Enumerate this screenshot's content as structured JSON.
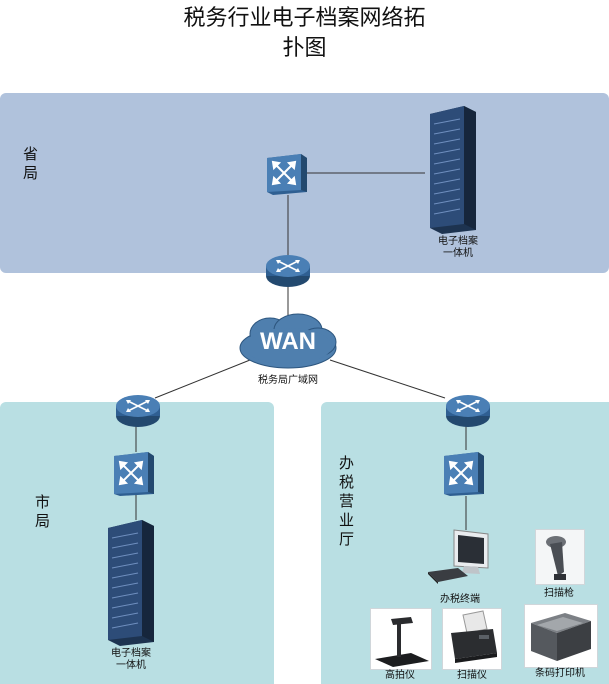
{
  "title": {
    "line1": "税务行业电子档案网络拓",
    "line2": "扑图"
  },
  "zones": {
    "province": {
      "label": "省局"
    },
    "city": {
      "label": "市局"
    },
    "hall": {
      "label": "办税营业厅"
    }
  },
  "wan": {
    "text": "WAN",
    "caption": "税务局广域网"
  },
  "devices": {
    "province_archive": {
      "line1": "电子档案",
      "line2": "一体机"
    },
    "city_archive": {
      "line1": "电子档案",
      "line2": "一体机"
    },
    "hall_terminal": "办税终端",
    "barcode_gun": "扫描枪",
    "high_camera": "高拍仪",
    "scanner": "扫描仪",
    "barcode_printer": "条码打印机"
  },
  "colors": {
    "province_zone": "#b0c2dc",
    "branch_zone": "#b9dfe3",
    "network_device": "#3d6fa3",
    "cloud": "#4f7fae"
  }
}
